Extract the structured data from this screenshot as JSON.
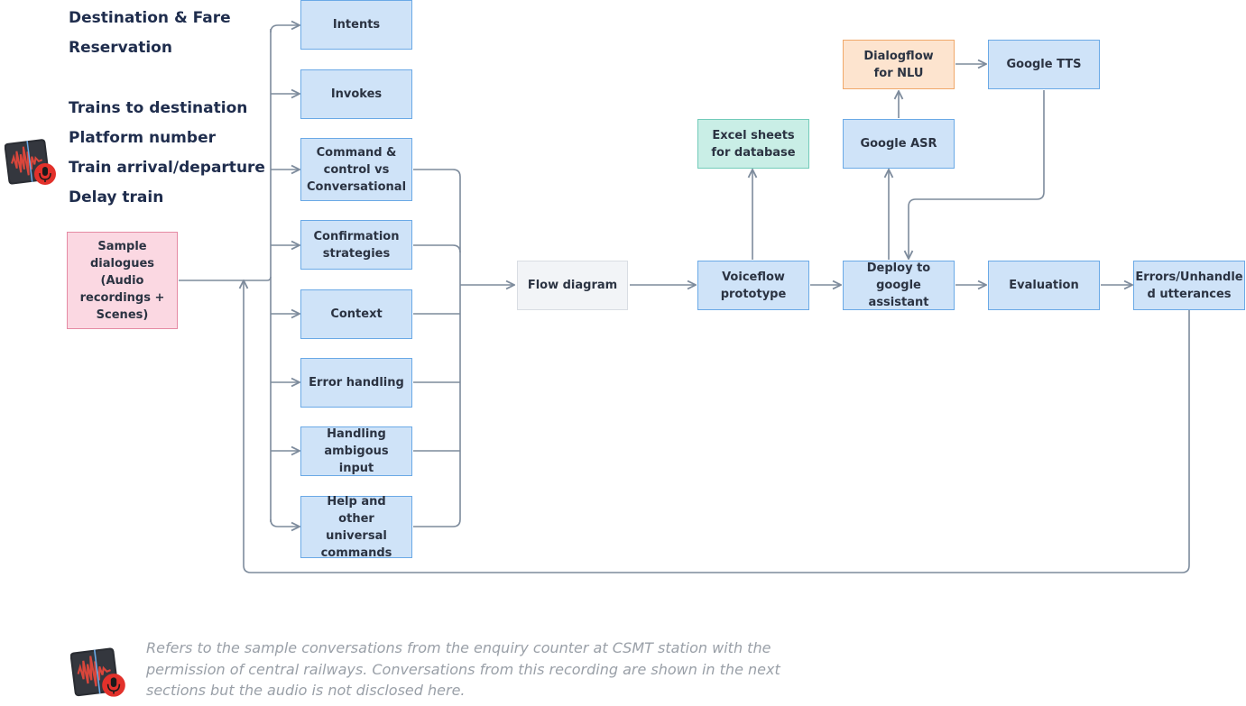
{
  "topics": [
    "Destination & Fare",
    "Reservation",
    "Trains to destination",
    "Platform number",
    "Train arrival/departure",
    "Delay train"
  ],
  "nodes": {
    "sample": "Sample dialogues (Audio recordings + Scenes)",
    "intents": "Intents",
    "invokes": "Invokes",
    "command": "Command & control vs Conversational",
    "confirmation": "Confirmation strategies",
    "context": "Context",
    "error": "Error handling",
    "ambiguous": "Handling ambigous input",
    "help": "Help and other universal commands",
    "flow": "Flow diagram",
    "voiceflow": "Voiceflow prototype",
    "excel": "Excel sheets for database",
    "deploy": "Deploy to google assistant",
    "asr": "Google ASR",
    "dialogflow": "Dialogflow for NLU",
    "tts": "Google TTS",
    "evaluation": "Evaluation",
    "errors": "Errors/Unhandle d utterances"
  },
  "footnote": "Refers to the sample conversations from the enquiry counter at CSMT station with the permission of central railways. Conversations from this recording are shown in the next sections but the audio is not disclosed here.",
  "colors": {
    "box_blue": "#cfe3f8",
    "box_pink": "#fbd8e2",
    "box_gray": "#f2f4f7",
    "box_teal": "#c9eee6",
    "box_orange": "#fde4cf",
    "connector": "#7d8b9c",
    "topic_text": "#1f2d4d"
  },
  "icons": [
    "audio-recording-app-icon"
  ]
}
